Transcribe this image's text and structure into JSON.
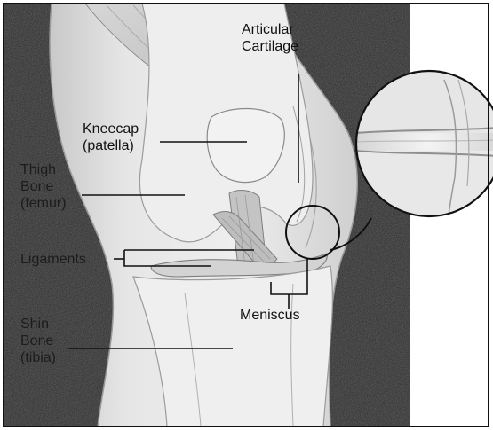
{
  "labels": {
    "articular": {
      "line1": "Articular",
      "line2": "Cartilage"
    },
    "kneecap": {
      "line1": "Kneecap",
      "line2": "(patella)"
    },
    "thigh": {
      "line1": "Thigh",
      "line2": "Bone",
      "line3": "(femur)"
    },
    "ligaments": "Ligaments",
    "meniscus": "Meniscus",
    "shin": {
      "line1": "Shin",
      "line2": "Bone",
      "line3": "(tibia)"
    }
  },
  "colors": {
    "background_dark": "#2e2e2e",
    "tissue": "#e2e2e2",
    "bone": "#eeeeee",
    "frame": "#111111",
    "leader_line": "#111111"
  }
}
